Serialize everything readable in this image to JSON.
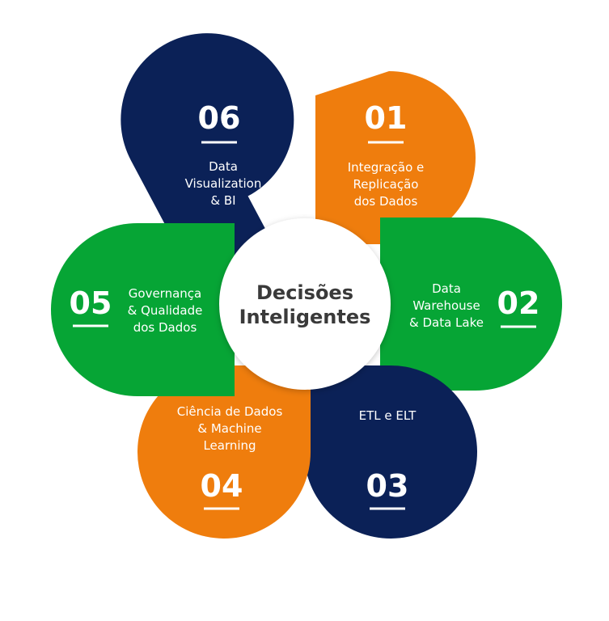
{
  "colors": {
    "navy": "#0b2157",
    "orange": "#ef7d0d",
    "green": "#06a535",
    "white": "#ffffff",
    "center_text": "#3a3a3a"
  },
  "center": {
    "line1": "Decisões",
    "line2": "Inteligentes"
  },
  "petals": [
    {
      "number": "01",
      "color": "orange",
      "lines": [
        "Integração e",
        "Replicação",
        "dos Dados"
      ]
    },
    {
      "number": "02",
      "color": "green",
      "lines": [
        "Data",
        "Warehouse",
        "& Data Lake"
      ]
    },
    {
      "number": "03",
      "color": "navy",
      "lines": [
        "ETL e ELT"
      ]
    },
    {
      "number": "04",
      "color": "orange",
      "lines": [
        "Ciência de Dados",
        "& Machine",
        "Learning"
      ]
    },
    {
      "number": "05",
      "color": "green",
      "lines": [
        "Governança",
        "& Qualidade",
        "dos Dados"
      ]
    },
    {
      "number": "06",
      "color": "navy",
      "lines": [
        "Data",
        "Visualization",
        "& BI"
      ]
    }
  ]
}
